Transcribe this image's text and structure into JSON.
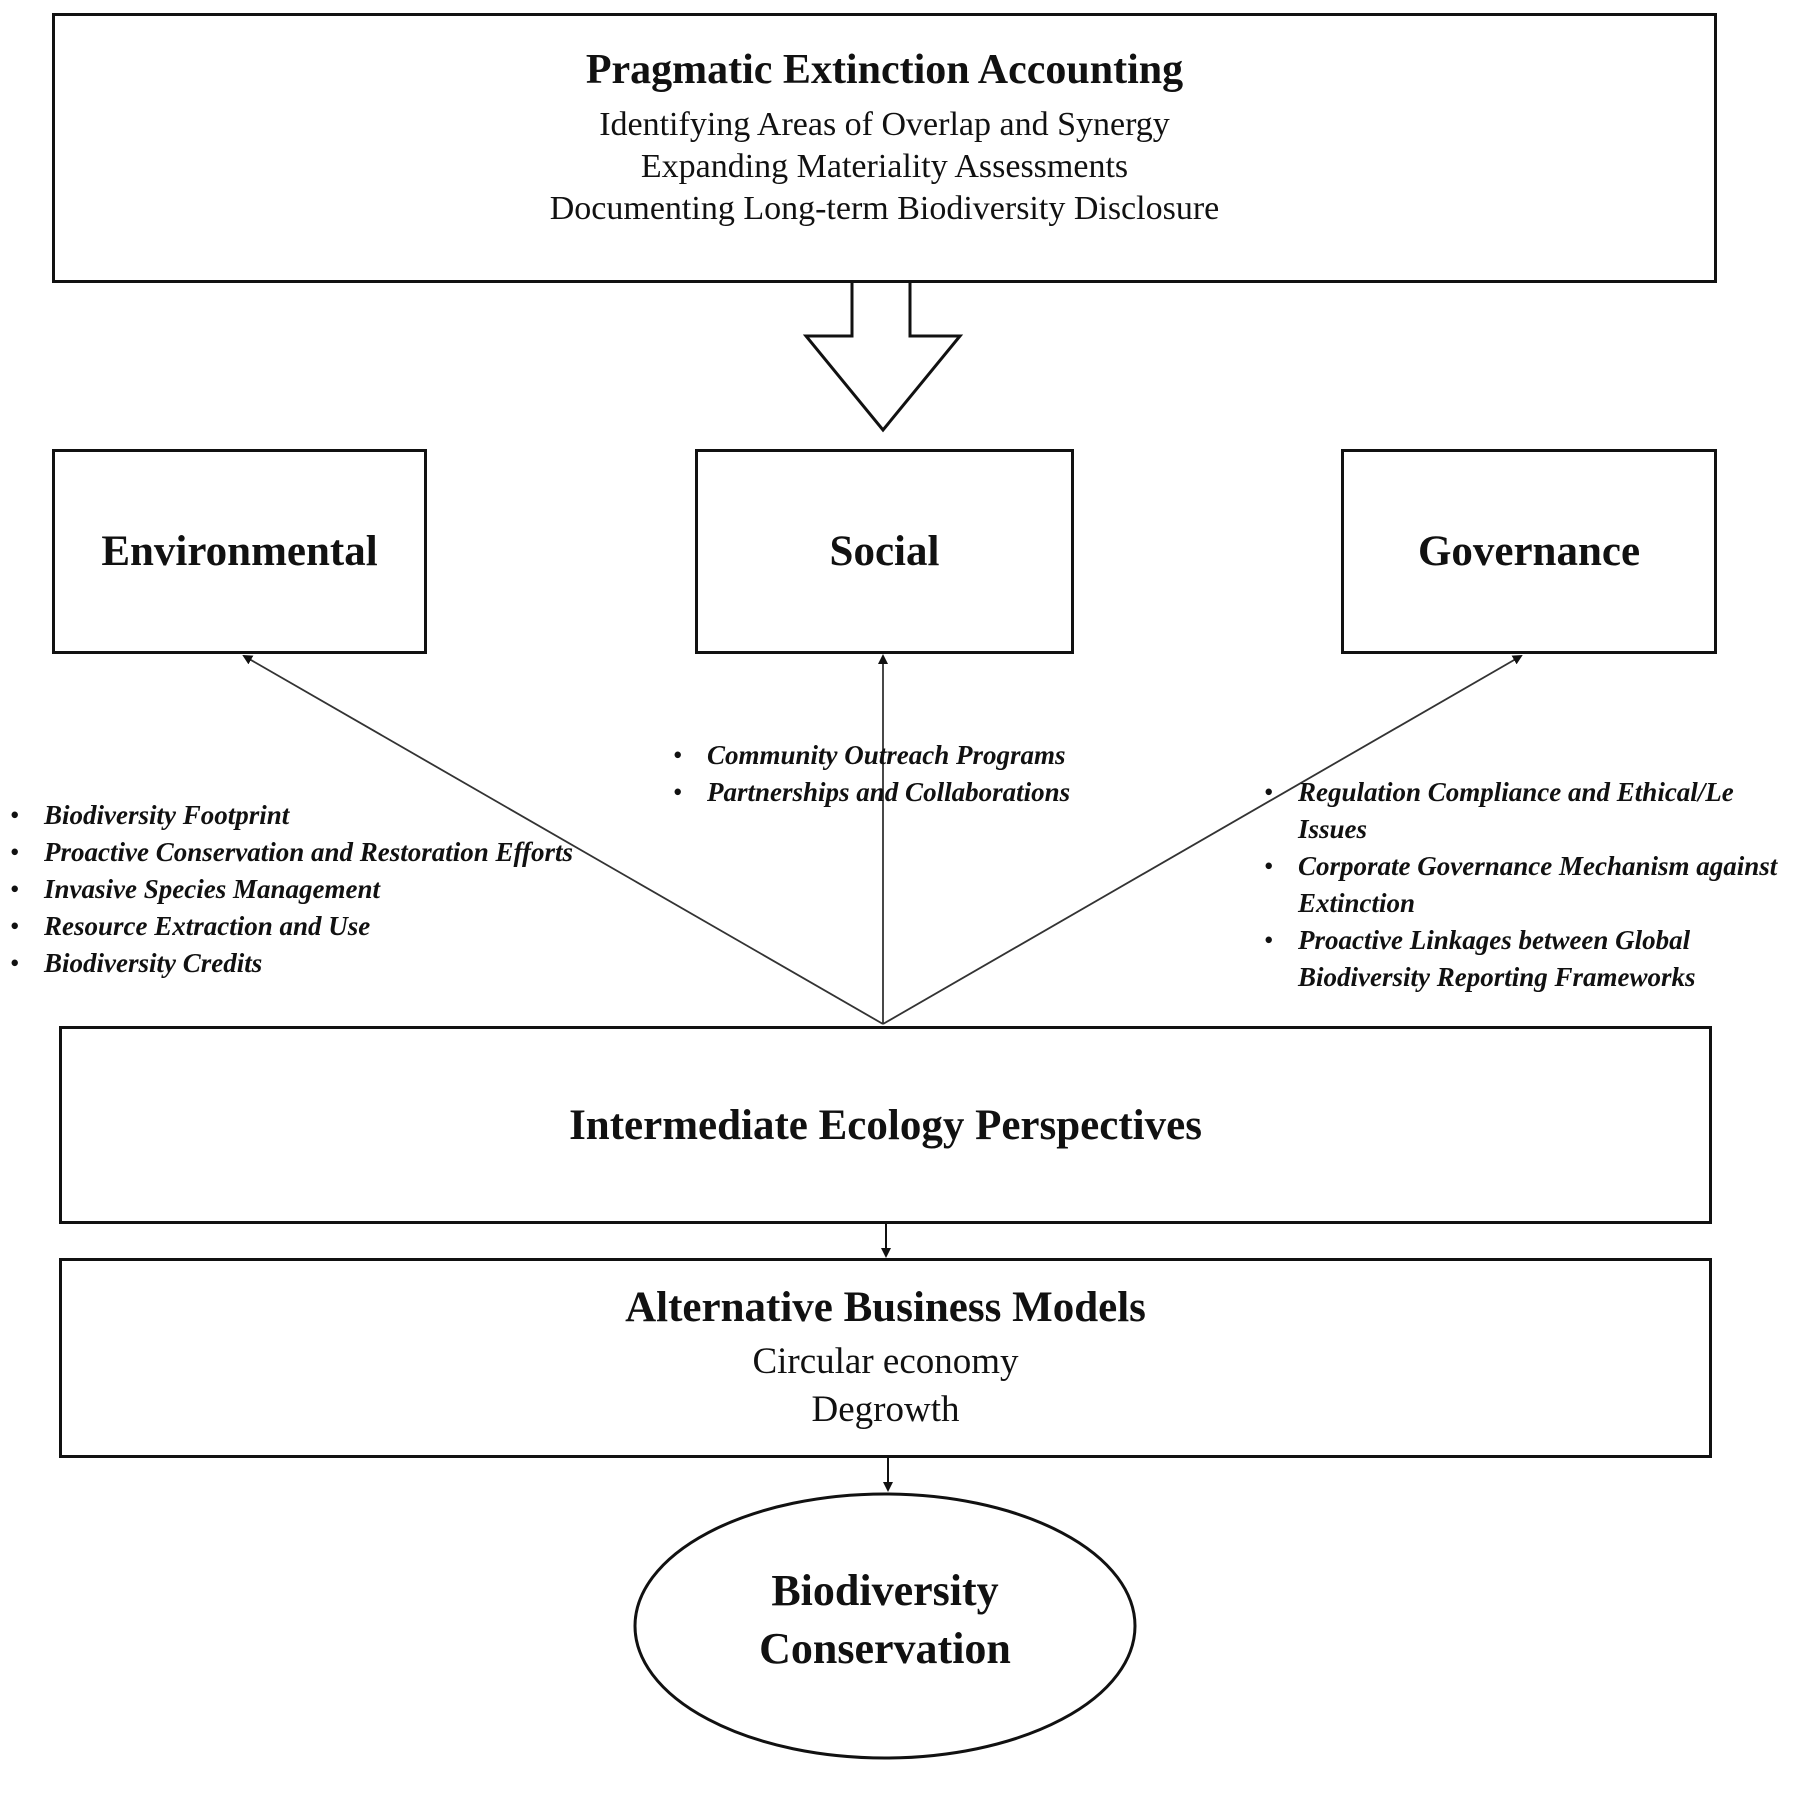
{
  "top": {
    "title": "Pragmatic Extinction Accounting",
    "lines": [
      "Identifying Areas of Overlap and Synergy",
      "Expanding Materiality Assessments",
      "Documenting Long-term Biodiversity Disclosure"
    ]
  },
  "pillars": {
    "environmental": "Environmental",
    "social": "Social",
    "governance": "Governance"
  },
  "environmental_items": [
    "Biodiversity Footprint",
    "Proactive Conservation and Restoration Efforts",
    "Invasive Species Management",
    "Resource Extraction and Use",
    "Biodiversity Credits"
  ],
  "social_items": [
    "Community Outreach Programs",
    "Partnerships and Collaborations"
  ],
  "governance_items": [
    "Regulation Compliance and Ethical/Le Issues",
    "Corporate Governance Mechanism against Extinction",
    "Proactive Linkages between Global Biodiversity Reporting Frameworks"
  ],
  "intermediate": {
    "title": "Intermediate Ecology Perspectives"
  },
  "alternative": {
    "title": "Alternative Business Models",
    "lines": [
      "Circular economy",
      "Degrowth"
    ]
  },
  "conservation": {
    "line1": "Biodiversity",
    "line2": "Conservation"
  }
}
